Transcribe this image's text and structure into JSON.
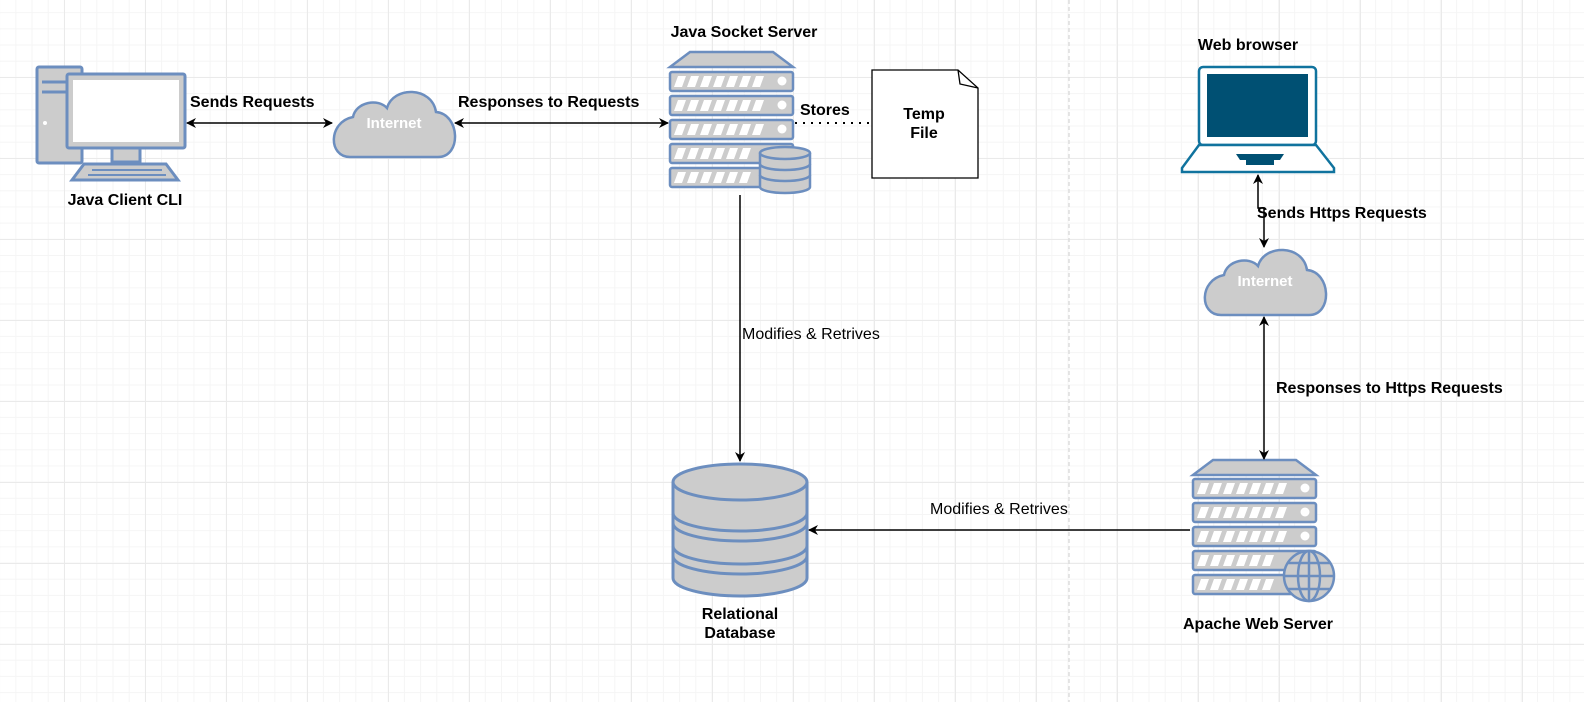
{
  "nodes": {
    "client": "Java Client CLI",
    "cloud_left": "Internet",
    "socket_server": "Java Socket Server",
    "temp_file": "Temp\nFile",
    "web_browser": "Web browser",
    "cloud_right": "Internet",
    "apache": "Apache Web Server",
    "database": "Relational\nDatabase"
  },
  "edges": {
    "client_cloud": "Sends Requests",
    "cloud_server": "Responses to Requests",
    "server_file": "Stores",
    "server_db": "Modifies & Retrives",
    "apache_db": "Modifies & Retrives",
    "browser_cloud": "Sends Https Requests",
    "cloud_apache": "Responses to Https Requests"
  },
  "colors": {
    "shape_fill": "#cccccc",
    "shape_stroke": "#6c8ebf",
    "laptop_stroke": "#10739e",
    "laptop_screen": "#005073",
    "edge": "#000000"
  }
}
